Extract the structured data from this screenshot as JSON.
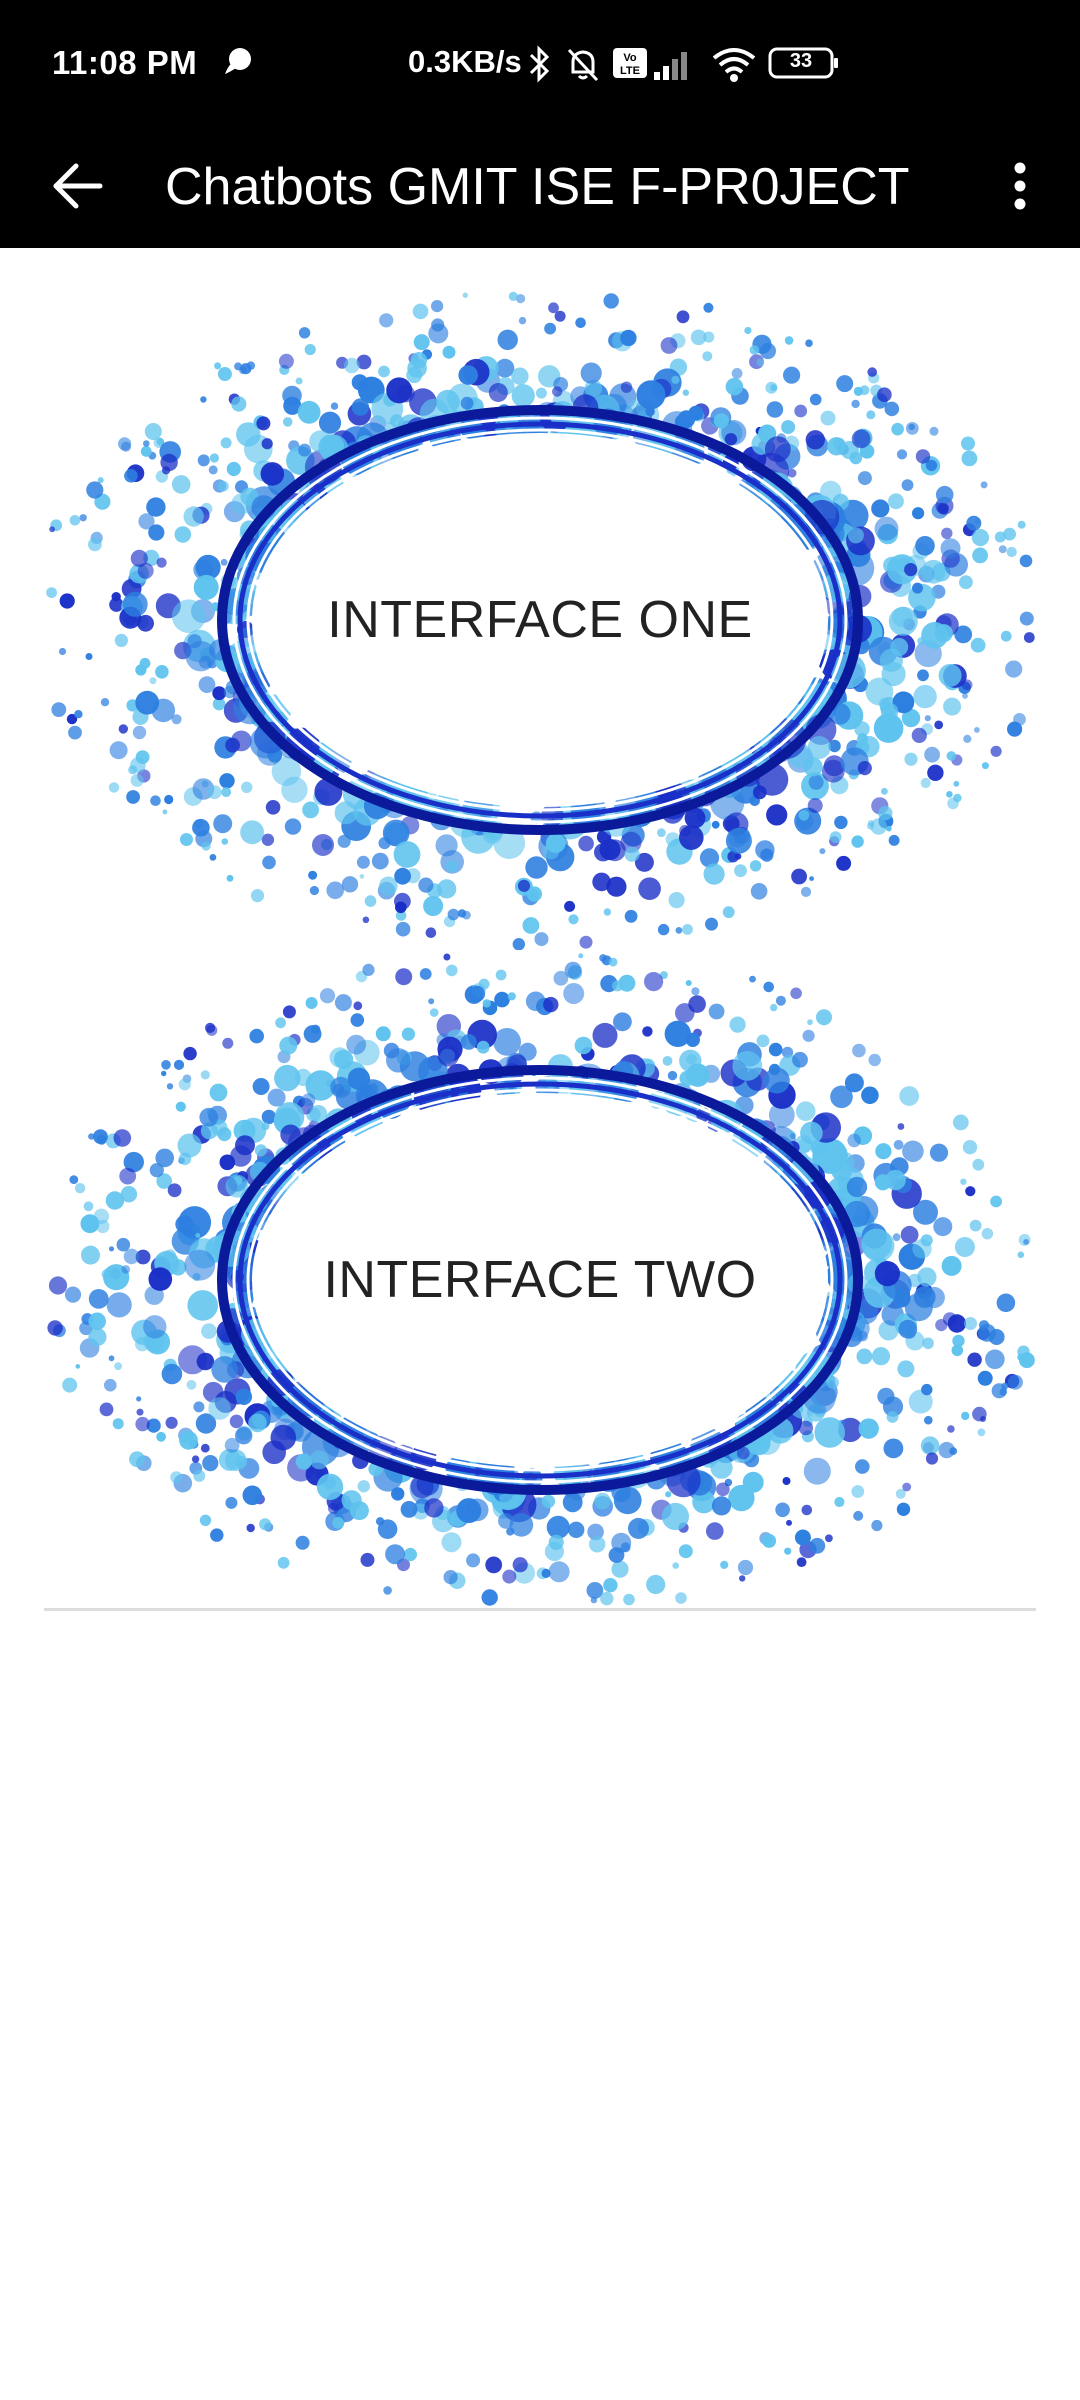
{
  "status_bar": {
    "time": "11:08 PM",
    "net_speed": "0.3KB/s",
    "battery": "33",
    "icons": [
      "chat-bubble-icon",
      "bluetooth-icon",
      "muted-bell-icon",
      "volte-icon",
      "signal-icon",
      "wifi-icon",
      "battery-icon"
    ]
  },
  "app_bar": {
    "title": "Chatbots GMIT ISE F-PR0JECT",
    "back_icon": "arrow-back-icon",
    "menu_icon": "more-vert-icon"
  },
  "interfaces": [
    {
      "label": "INTERFACE ONE"
    },
    {
      "label": "INTERFACE TWO"
    }
  ],
  "colors": {
    "bar_background": "#000000",
    "dot_dark": "#1a2fc7",
    "dot_mid": "#2d7fe0",
    "dot_light": "#5ec3ee",
    "ring": "#0a1a9a"
  }
}
